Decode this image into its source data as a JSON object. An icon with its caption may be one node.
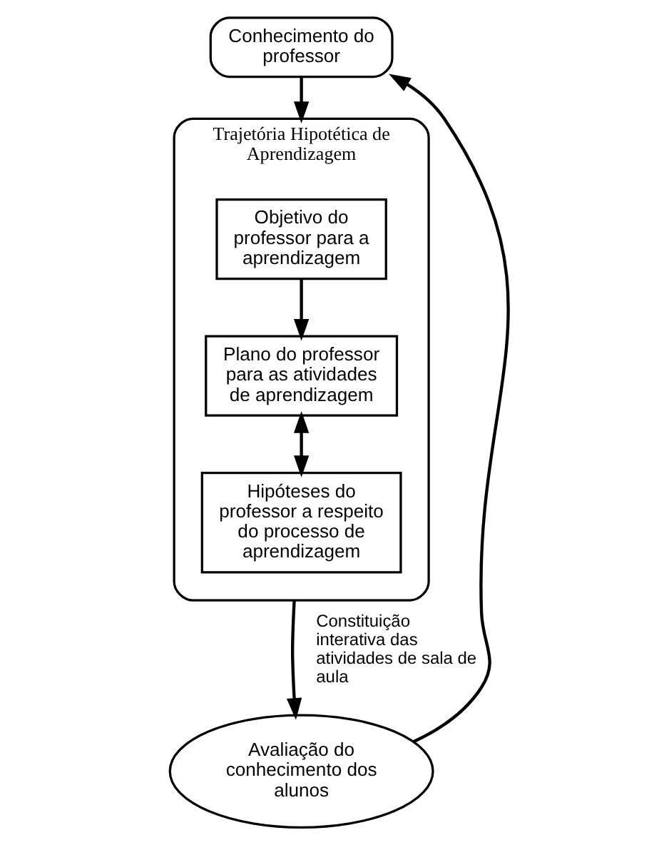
{
  "diagram": {
    "nodes": [
      {
        "text": [
          "Conhecimento do professor"
        ]
      },
      {
        "text": [
          "Trajetória Hipotética de Aprendizagem"
        ]
      },
      {
        "text": [
          "Objetivo do professor para a aprendizagem"
        ],
        "in": 1
      },
      {
        "text": [
          "Plano do professor para as atividades de aprendizagem"
        ],
        "in": 1
      },
      {
        "text": [
          "Hipóteses do professor a respeito do processo de aprendizagem"
        ],
        "in": 1
      },
      {
        "text": [
          "Avaliação do conhecimento dos alunos"
        ]
      }
    ],
    "edges": [
      {
        "from": 0,
        "to": 1,
        "arrow": "to"
      },
      {
        "from": 2,
        "to": 3,
        "arrow": "to"
      },
      {
        "from": 3,
        "to": 4,
        "arrow": "both"
      },
      {
        "from": 1,
        "to": 5,
        "arrow": "to",
        "label": "Constituição interativa das atividades de sala de aula"
      },
      {
        "from": 5,
        "to": 0,
        "arrow": "to"
      }
    ]
  }
}
